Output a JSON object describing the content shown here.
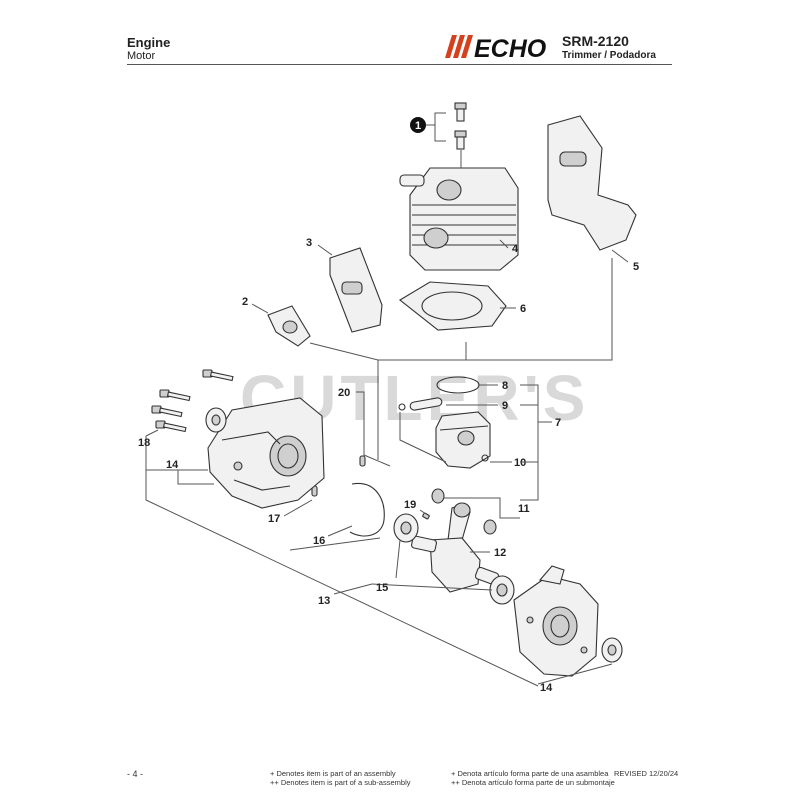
{
  "header": {
    "title": "Engine",
    "subtitle": "Motor",
    "brand": "ECHO",
    "model": "SRM-2120",
    "model_subtitle": "Trimmer / Podadora"
  },
  "watermark": "CUTLER'S",
  "callouts": {
    "c1": "1",
    "c2": "2",
    "c3": "3",
    "c4": "4",
    "c5": "5",
    "c6": "6",
    "c7": "7",
    "c8": "8",
    "c9": "9",
    "c10": "10",
    "c11": "11",
    "c12": "12",
    "c13": "13",
    "c14a": "14",
    "c14b": "14",
    "c15": "15",
    "c16": "16",
    "c17": "17",
    "c18": "18",
    "c19": "19",
    "c20": "20"
  },
  "footer": {
    "page": "- 4 -",
    "note_assembly_en": "+ Denotes item is part of an assembly",
    "note_subassembly_en": "++ Denotes item is part of a sub-assembly",
    "note_assembly_es": "+ Denota artículo forma parte de una asamblea",
    "note_subassembly_es": "++ Denota artículo forma parte de un submontaje",
    "revised": "REVISED 12/20/24"
  }
}
